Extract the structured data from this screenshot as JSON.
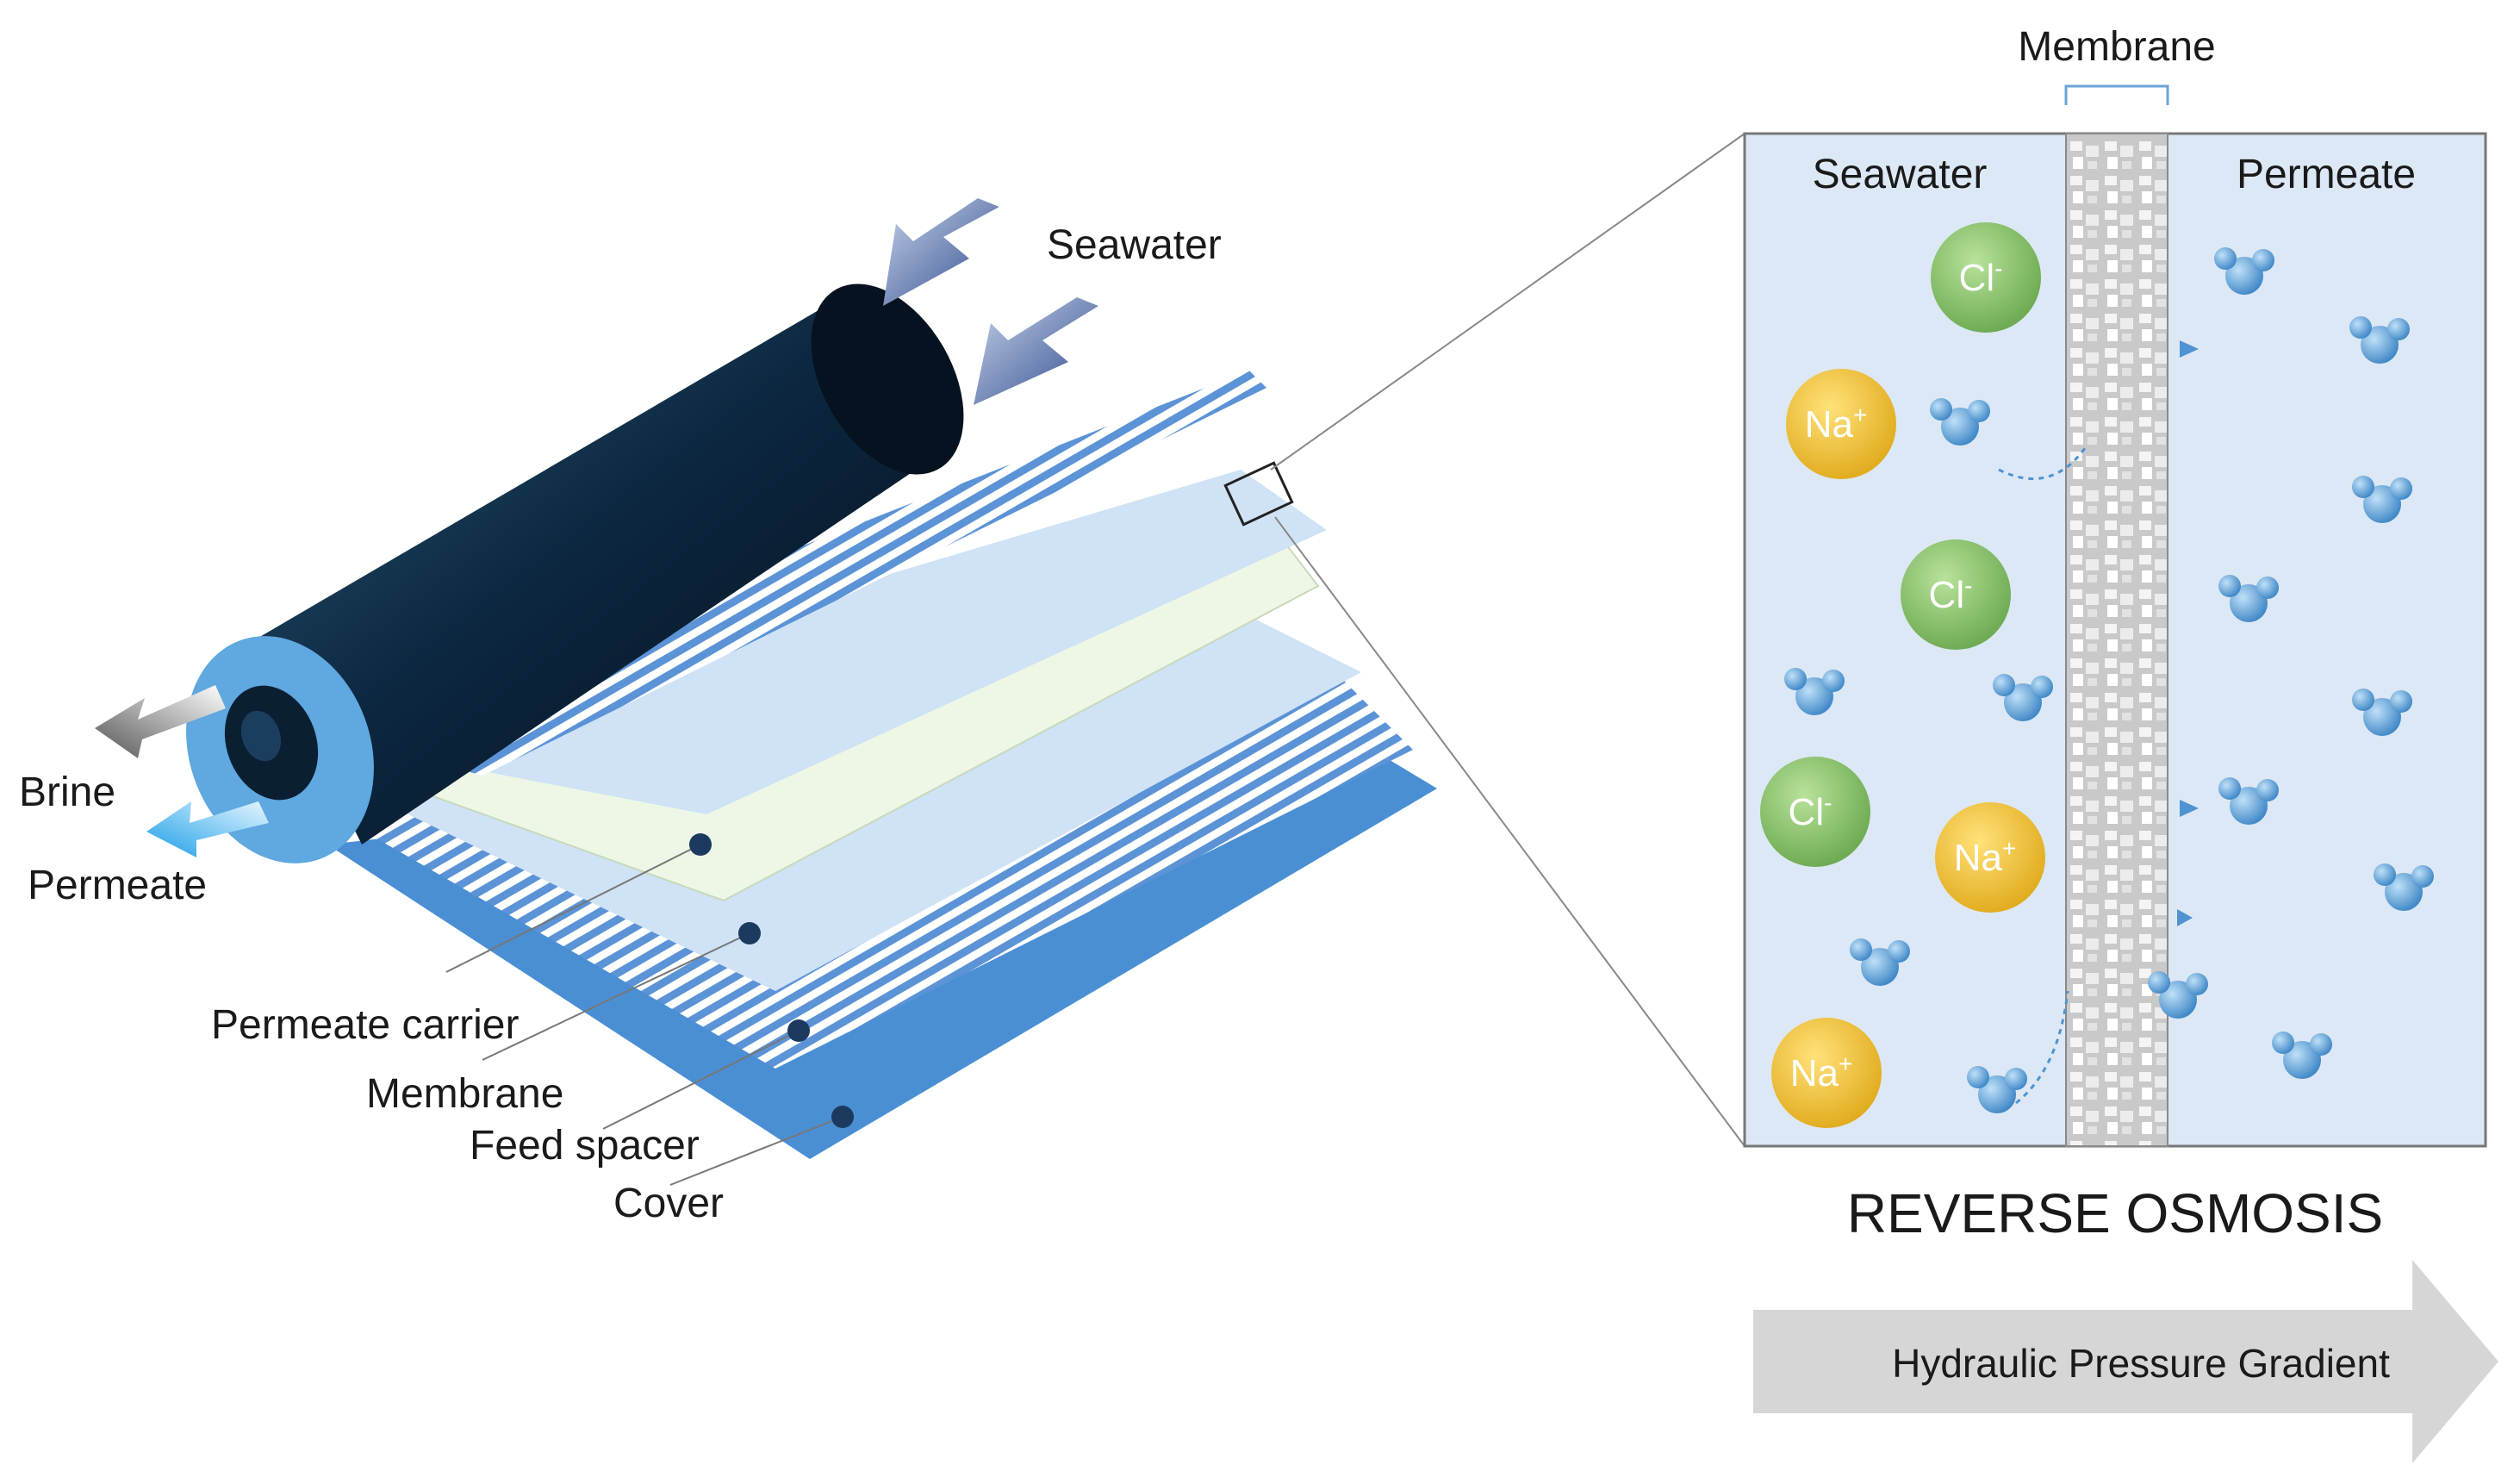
{
  "labels": {
    "seawater_inlet": "Seawater",
    "brine": "Brine",
    "permeate_outlet": "Permeate",
    "permeate_carrier": "Permeate carrier",
    "membrane_layer": "Membrane",
    "feed_spacer": "Feed spacer",
    "cover": "Cover"
  },
  "zoom": {
    "membrane_title": "Membrane",
    "seawater_side": "Seawater",
    "permeate_side": "Permeate",
    "ions": {
      "cl": "Cl",
      "cl_charge": "-",
      "na": "Na",
      "na_charge": "+"
    }
  },
  "title": "REVERSE OSMOSIS",
  "gradient_label": "Hydraulic Pressure Gradient",
  "colors": {
    "cylinder": "#0d2b45",
    "cylinder_rim": "#5fa8e0",
    "layer_light_blue": "#cfe2f6",
    "layer_light_green": "#eef7e6",
    "cover_blue": "#4a8fd4",
    "zoom_bg": "#dce8f5",
    "cl_ion": "#8cc46b",
    "na_ion": "#f3c63a",
    "water": "#6aaee3",
    "arrow_gray": "#d6d6d6"
  }
}
